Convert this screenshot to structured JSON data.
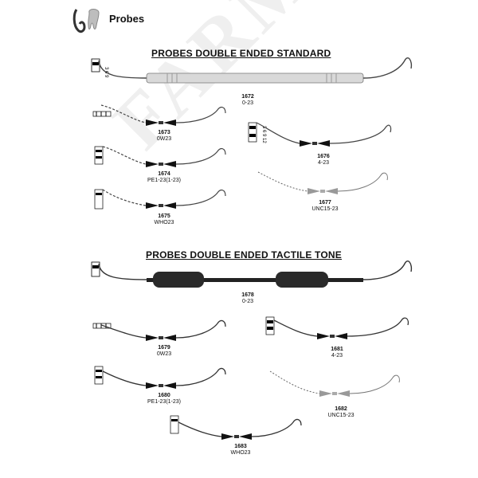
{
  "header": {
    "title": "Probes",
    "icon": "tooth-logo-icon"
  },
  "watermark": "FARMACO",
  "sections": [
    {
      "title": "PROBES DOUBLE ENDED STANDARD"
    },
    {
      "title": "PROBES DOUBLE ENDED TACTILE TONE"
    }
  ],
  "products": [
    {
      "code": "1672",
      "name": "0-23"
    },
    {
      "code": "1673",
      "name": "0W23"
    },
    {
      "code": "1674",
      "name": "PE1-23(1-23)"
    },
    {
      "code": "1675",
      "name": "WHO23"
    },
    {
      "code": "1676",
      "name": "4-23"
    },
    {
      "code": "1677",
      "name": "UNC15-23"
    },
    {
      "code": "1678",
      "name": "0-23"
    },
    {
      "code": "1679",
      "name": "0W23"
    },
    {
      "code": "1680",
      "name": "PE1-23(1-23)"
    },
    {
      "code": "1681",
      "name": "4-23"
    },
    {
      "code": "1682",
      "name": "UNC15-23"
    },
    {
      "code": "1683",
      "name": "WHO23"
    }
  ]
}
